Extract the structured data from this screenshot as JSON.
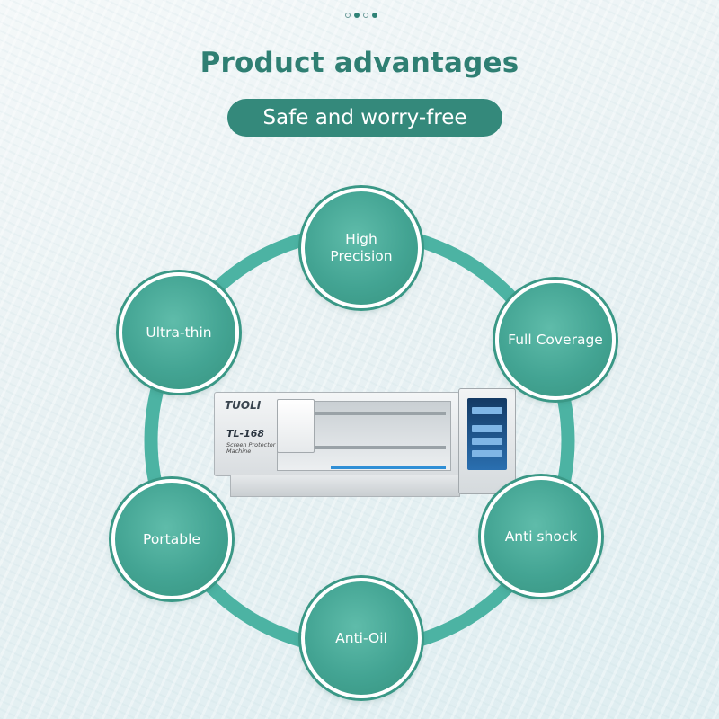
{
  "pagination": {
    "total_dots": 4,
    "active_index": 1
  },
  "header": {
    "title": "Product advantages",
    "subtitle": "Safe and worry-free"
  },
  "features": [
    {
      "id": "high-precision",
      "label": "High\nPrecision"
    },
    {
      "id": "full-coverage",
      "label": "Full Coverage"
    },
    {
      "id": "anti-shock",
      "label": "Anti shock"
    },
    {
      "id": "anti-oil",
      "label": "Anti-Oil"
    },
    {
      "id": "portable",
      "label": "Portable"
    },
    {
      "id": "ultra-thin",
      "label": "Ultra-thin"
    }
  ],
  "product": {
    "brand": "TUOLI",
    "model": "TL-168",
    "description": "Screen Protector Machine"
  },
  "colors": {
    "accent": "#34897b",
    "ring": "#48b3a1",
    "circle": "#43a493",
    "text_on_accent": "#ffffff"
  }
}
